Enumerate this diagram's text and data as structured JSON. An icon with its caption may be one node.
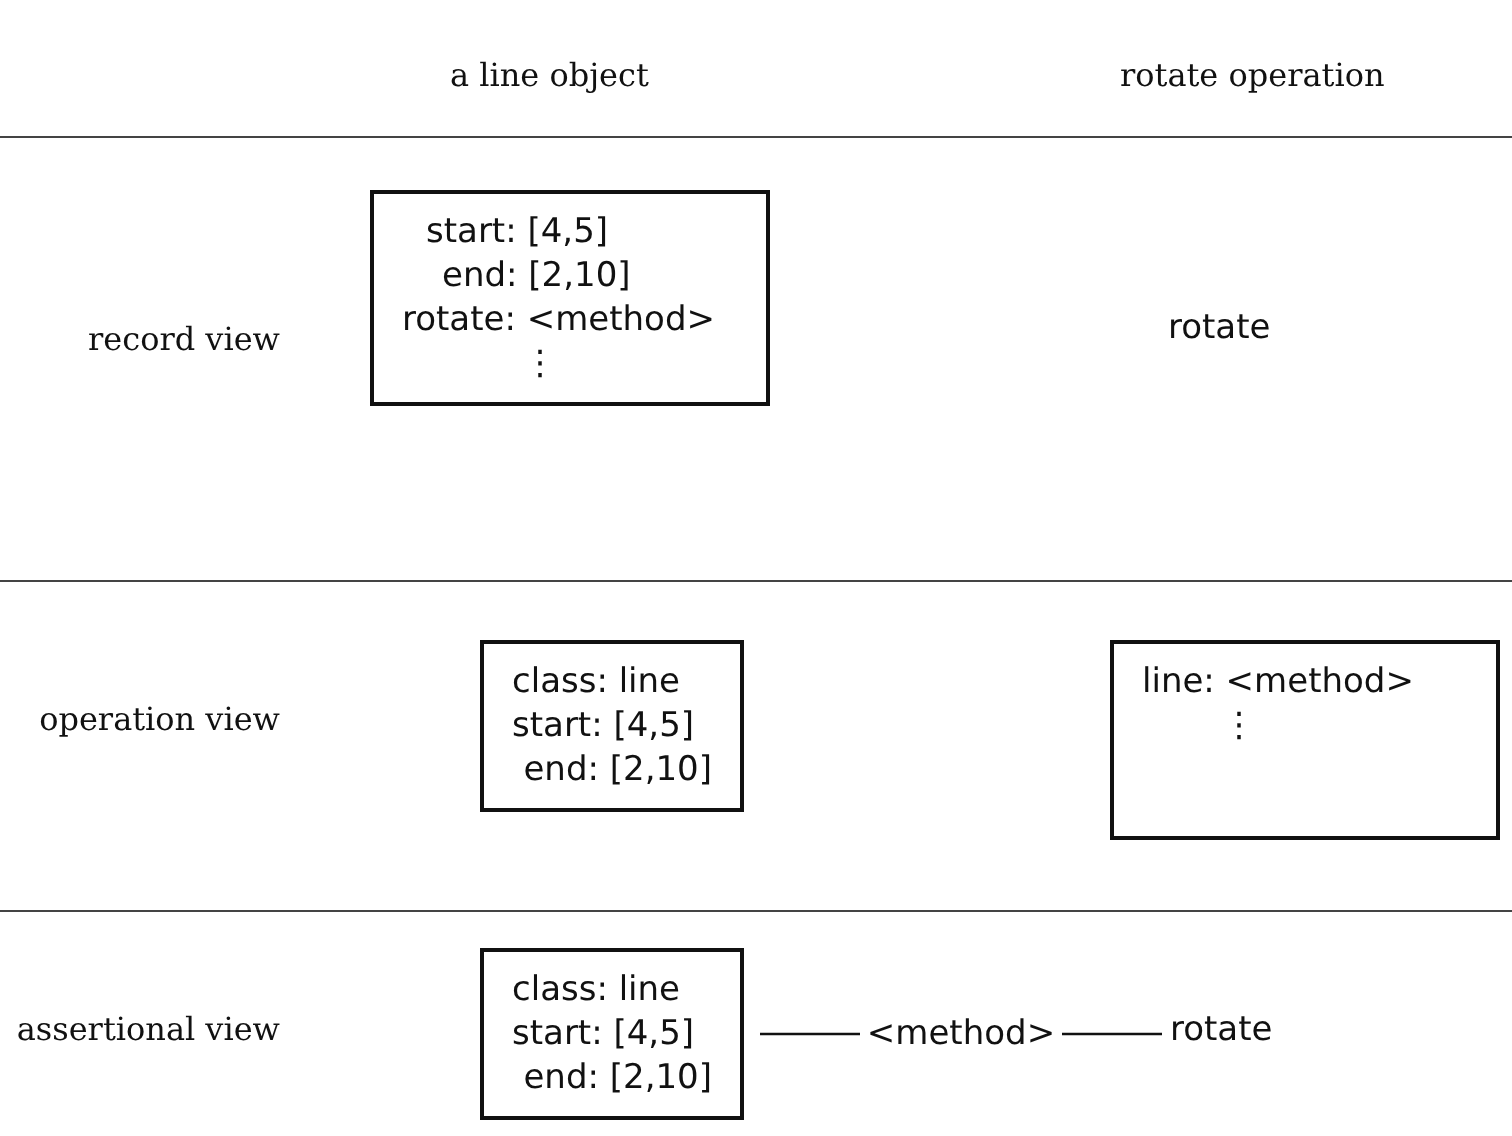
{
  "diagram": {
    "nodes": [
      {
        "text": [
          "start: [4,5]",
          "end: [2,10]",
          "rotate: <method>",
          "⋮"
        ]
      },
      {
        "text": [
          "rotate"
        ]
      },
      {
        "text": [
          "class: line",
          "start: [4,5]",
          "end: [2,10]"
        ]
      },
      {
        "text": [
          "line: <method>",
          "⋮"
        ]
      },
      {
        "text": [
          "class: line",
          "start: [4,5]",
          "end: [2,10]"
        ]
      },
      {
        "text": [
          "rotate"
        ]
      }
    ],
    "edges": [
      {
        "from": 4,
        "to": 5,
        "arrow": "none",
        "label": "<method>"
      }
    ],
    "labels": [
      "a line object",
      "rotate operation",
      "record view",
      "operation view",
      "assertional view"
    ]
  }
}
